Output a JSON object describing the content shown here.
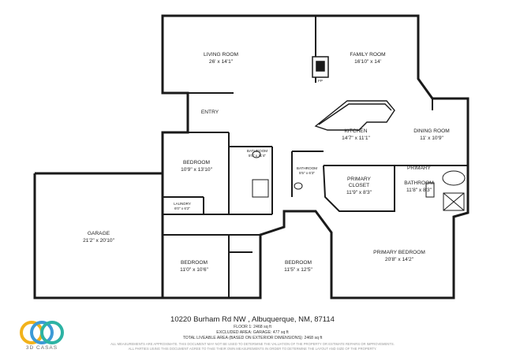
{
  "rooms": {
    "living": {
      "name": "LIVING ROOM",
      "dim": "26' x 14'1\""
    },
    "family": {
      "name": "FAMILY ROOM",
      "dim": "16'10\" x 14'"
    },
    "fp": "FP",
    "entry": "ENTRY",
    "kitchen": {
      "name": "KITCHEN",
      "dim": "14'7\" x 11'1\""
    },
    "dining": {
      "name": "DINING ROOM",
      "dim": "11' x 10'9\""
    },
    "bedroom1": {
      "name": "BEDROOM",
      "dim": "10'9\" x 13'10\""
    },
    "bathroom1": {
      "name": "BATHROOM",
      "dim": "5'0\" x 11'4\""
    },
    "bathroom2": {
      "name": "BATHROOM",
      "dim": "5'5\" x 6'3\""
    },
    "closet": {
      "name": "PRIMARY",
      "name2": "CLOSET",
      "dim": "11'9\" x 8'3\""
    },
    "primary_bath": {
      "name": "PRIMARY",
      "name2": "BATHROOM",
      "dim": "11'8\" x 8'3\""
    },
    "laundry": {
      "name": "LAUNDRY",
      "dim": "6'0\" x 6'2\""
    },
    "garage": {
      "name": "GARAGE",
      "dim": "21'2\" x 20'10\""
    },
    "bedroom2": {
      "name": "BEDROOM",
      "dim": "11'0\" x 10'6\""
    },
    "bedroom3": {
      "name": "BEDROOM",
      "dim": "11'5\" x 12'5\""
    },
    "primary_bed": {
      "name": "PRIMARY BEDROOM",
      "dim": "20'8\" x 14'2\""
    }
  },
  "footer": {
    "address": "10220 Burham Rd NW , Albuquerque, NM, 87114",
    "floor": "FLOOR 1: 2468 sq ft",
    "excluded": "EXCLUDED AREA: GARAGE: 477 sq ft",
    "total": "TOTAL LIVEABLE AREA (BASED ON EXTERIOR DIMENSIONS): 2468 sq ft",
    "disclaimer1": "ALL MEASUREMENTS ARE APPROXIMATE. THIS DOCUMENT MAY NOT BE USED TO DETERMINE THE VALUATION OF THE PROPERTY OR ESTIMATE REPAIRS OR IMPROVEMENTS.",
    "disclaimer2": "ALL PARTIES USING THIS DOCUMENT AGREE TO TAKE THEIR OWN MEASUREMENTS IN ORDER TO DETERMINE THE LAYOUT AND SIZE OF THE PROPERTY."
  },
  "brand": {
    "name": "3D CASAS",
    "colors": [
      "#f2b21b",
      "#3c9ad6",
      "#2db3a4",
      "#6a6a6a"
    ]
  }
}
